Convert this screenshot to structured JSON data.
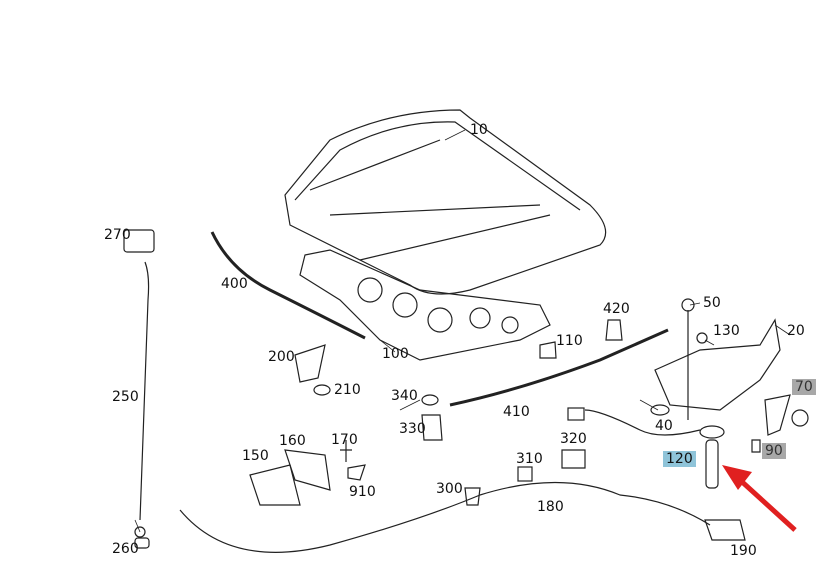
{
  "parts": [
    {
      "id": "10",
      "highlight": "none"
    },
    {
      "id": "270",
      "highlight": "none"
    },
    {
      "id": "400",
      "highlight": "none"
    },
    {
      "id": "100",
      "highlight": "none"
    },
    {
      "id": "200",
      "highlight": "none"
    },
    {
      "id": "210",
      "highlight": "none"
    },
    {
      "id": "420",
      "highlight": "none"
    },
    {
      "id": "110",
      "highlight": "none"
    },
    {
      "id": "50",
      "highlight": "none"
    },
    {
      "id": "130",
      "highlight": "none"
    },
    {
      "id": "20",
      "highlight": "none"
    },
    {
      "id": "70",
      "highlight": "gray"
    },
    {
      "id": "90",
      "highlight": "gray"
    },
    {
      "id": "340",
      "highlight": "none"
    },
    {
      "id": "330",
      "highlight": "none"
    },
    {
      "id": "410",
      "highlight": "none"
    },
    {
      "id": "40",
      "highlight": "none"
    },
    {
      "id": "120",
      "highlight": "blue"
    },
    {
      "id": "250",
      "highlight": "none"
    },
    {
      "id": "150",
      "highlight": "none"
    },
    {
      "id": "160",
      "highlight": "none"
    },
    {
      "id": "170",
      "highlight": "none"
    },
    {
      "id": "910",
      "highlight": "none"
    },
    {
      "id": "320",
      "highlight": "none"
    },
    {
      "id": "310",
      "highlight": "none"
    },
    {
      "id": "300",
      "highlight": "none"
    },
    {
      "id": "180",
      "highlight": "none"
    },
    {
      "id": "260",
      "highlight": "none"
    },
    {
      "id": "190",
      "highlight": "none"
    }
  ],
  "colors": {
    "highlight_blue": "#8fc4d9",
    "highlight_gray": "#a8a8a8",
    "arrow": "#e02020",
    "line": "#222222"
  }
}
